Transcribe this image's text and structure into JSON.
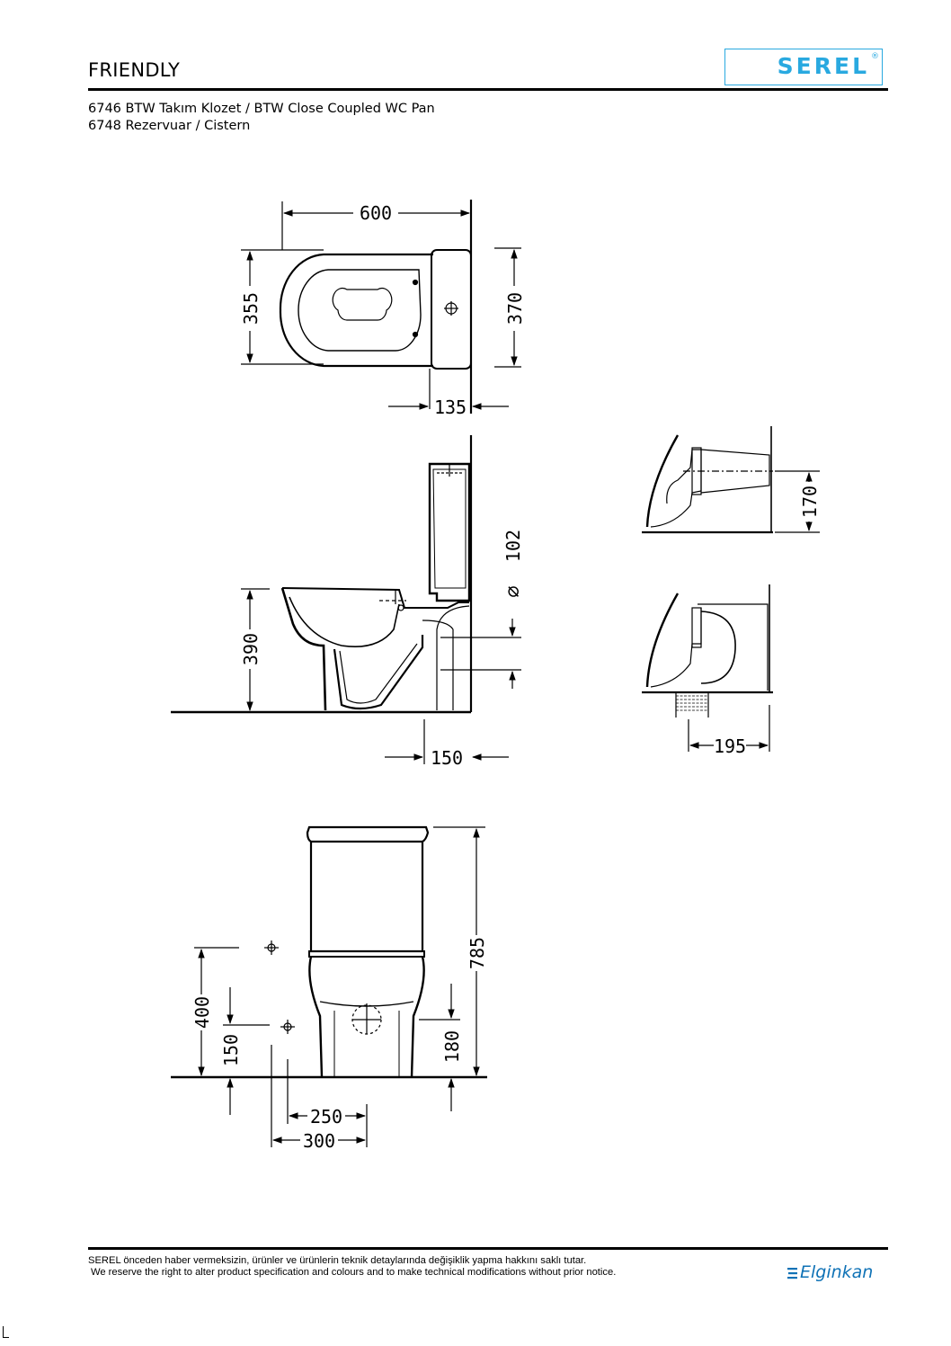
{
  "header": {
    "series_title": "FRIENDLY",
    "brand_logo": "SEREL",
    "reg_mark": "®",
    "product_line_1": "6746 BTW Takım Klozet / BTW Close Coupled WC Pan",
    "product_line_2": "6748 Rezervuar / Cistern"
  },
  "dimensions": {
    "top_width": "600",
    "top_depth_left": "355",
    "top_depth_right": "370",
    "top_cistern_offset": "135",
    "side_seat_height": "390",
    "side_outlet_diameter": "102",
    "side_outlet_offset": "150",
    "p_trap_height": "170",
    "s_trap_offset": "195",
    "front_total_height": "785",
    "front_inlet_height": "400",
    "front_inlet_lower": "150",
    "front_outlet_height": "180",
    "front_spacing_1": "250",
    "front_spacing_2": "300",
    "diameter_symbol": "∅"
  },
  "footer": {
    "line_tr": "SEREL önceden haber vermeksizin, ürünler ve ürünlerin teknik detaylarında değişiklik yapma hakkını saklı tutar.",
    "line_en": "We reserve the right to alter product specification and colours and to make technical modifications without prior notice.",
    "company_logo": "Elginkan"
  }
}
